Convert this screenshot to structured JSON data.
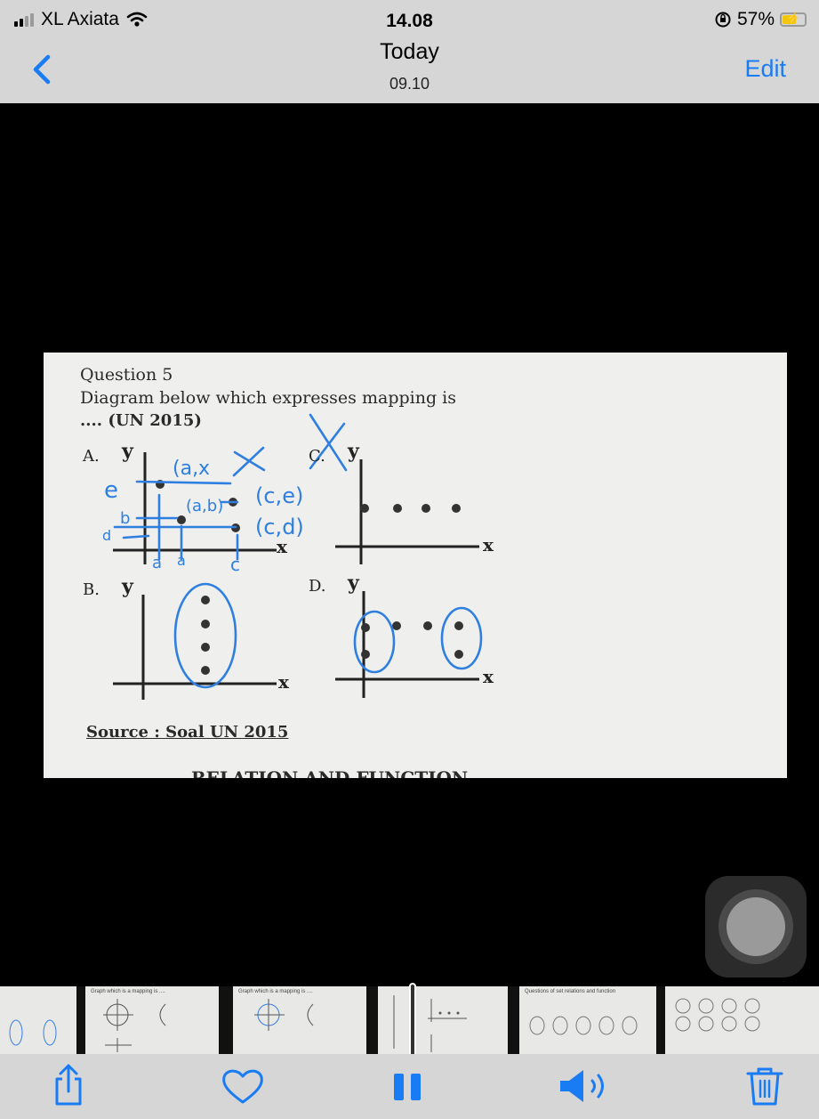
{
  "status_bar": {
    "carrier": "XL Axiata",
    "time": "14.08",
    "battery_percent": "57%",
    "signal_bars": 2
  },
  "nav": {
    "title": "Today",
    "subtitle": "09.10",
    "edit_label": "Edit",
    "back_icon": "chevron-left-icon"
  },
  "photo": {
    "question_title": "Question 5",
    "question_text": "Diagram below which expresses mapping is",
    "question_source_line": ".... (UN 2015)",
    "option_a": "A.",
    "option_b": "B.",
    "option_c": "C.",
    "option_d": "D.",
    "axis_y": "y",
    "axis_x": "x",
    "source": "Source : Soal UN 2015",
    "cut_heading": "RELATION AND FUNCTION",
    "handwriting": {
      "point_1": "(a,x",
      "point_2": "(a,b)",
      "point_3": "(c,e)",
      "point_4": "(c,d)",
      "letter_e": "e",
      "letter_b": "b",
      "letter_d": "d",
      "letter_a1": "a",
      "letter_a2": "a",
      "letter_c": "c"
    }
  },
  "filmstrip": {
    "thumb_2_text": "Graph which is a mapping is ....",
    "thumb_3_text": "Graph which is a mapping is ....",
    "thumb_5_text": "Questions of set relations and function"
  },
  "toolbar": {
    "share_icon": "share-icon",
    "favorite_icon": "heart-icon",
    "pause_icon": "pause-icon",
    "sound_icon": "speaker-icon",
    "delete_icon": "trash-icon"
  },
  "colors": {
    "accent": "#1a7cf5",
    "bar_bg": "#d6d6d6",
    "ink_blue": "#2f7fe0"
  }
}
